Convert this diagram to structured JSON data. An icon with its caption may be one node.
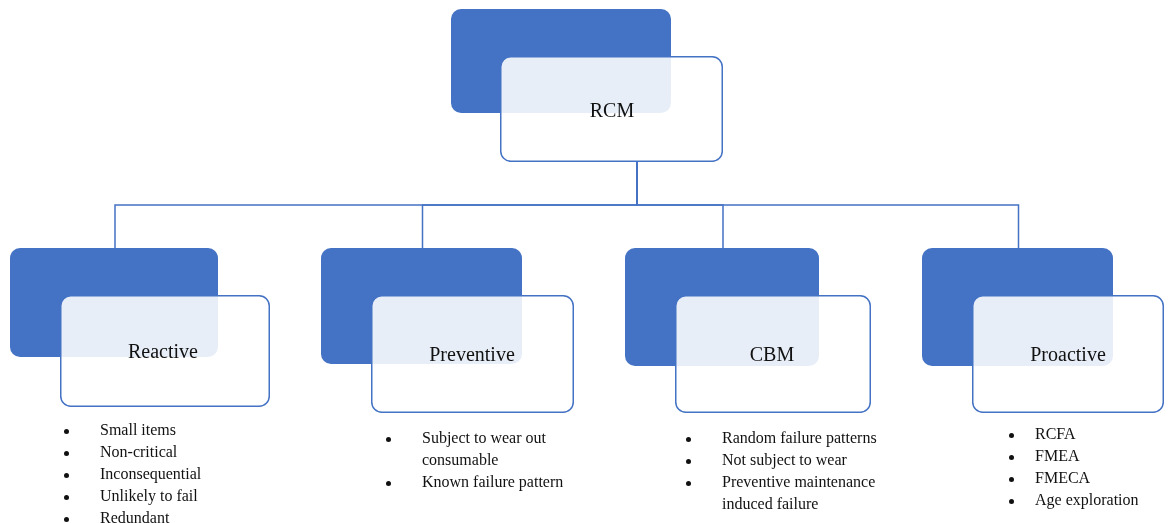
{
  "diagram": {
    "nodes": [
      {
        "text": [
          "RCM"
        ]
      },
      {
        "text": [
          "Reactive"
        ],
        "beside": [
          "Small items",
          "Non-critical",
          "Inconsequential",
          "Unlikely to fail",
          "Redundant"
        ]
      },
      {
        "text": [
          "Preventive"
        ],
        "beside": [
          "Subject to wear out consumable",
          "Known failure pattern"
        ]
      },
      {
        "text": [
          "CBM"
        ],
        "beside": [
          "Random failure patterns",
          "Not subject to wear",
          "Preventive maintenance induced failure"
        ]
      },
      {
        "text": [
          "Proactive"
        ],
        "beside": [
          "RCFA",
          "FMEA",
          "FMECA",
          "Age exploration"
        ]
      }
    ],
    "edges": [
      {
        "from": 0,
        "to": 1,
        "arrow": "none"
      },
      {
        "from": 0,
        "to": 2,
        "arrow": "none"
      },
      {
        "from": 0,
        "to": 3,
        "arrow": "none"
      },
      {
        "from": 0,
        "to": 4,
        "arrow": "none"
      }
    ]
  }
}
